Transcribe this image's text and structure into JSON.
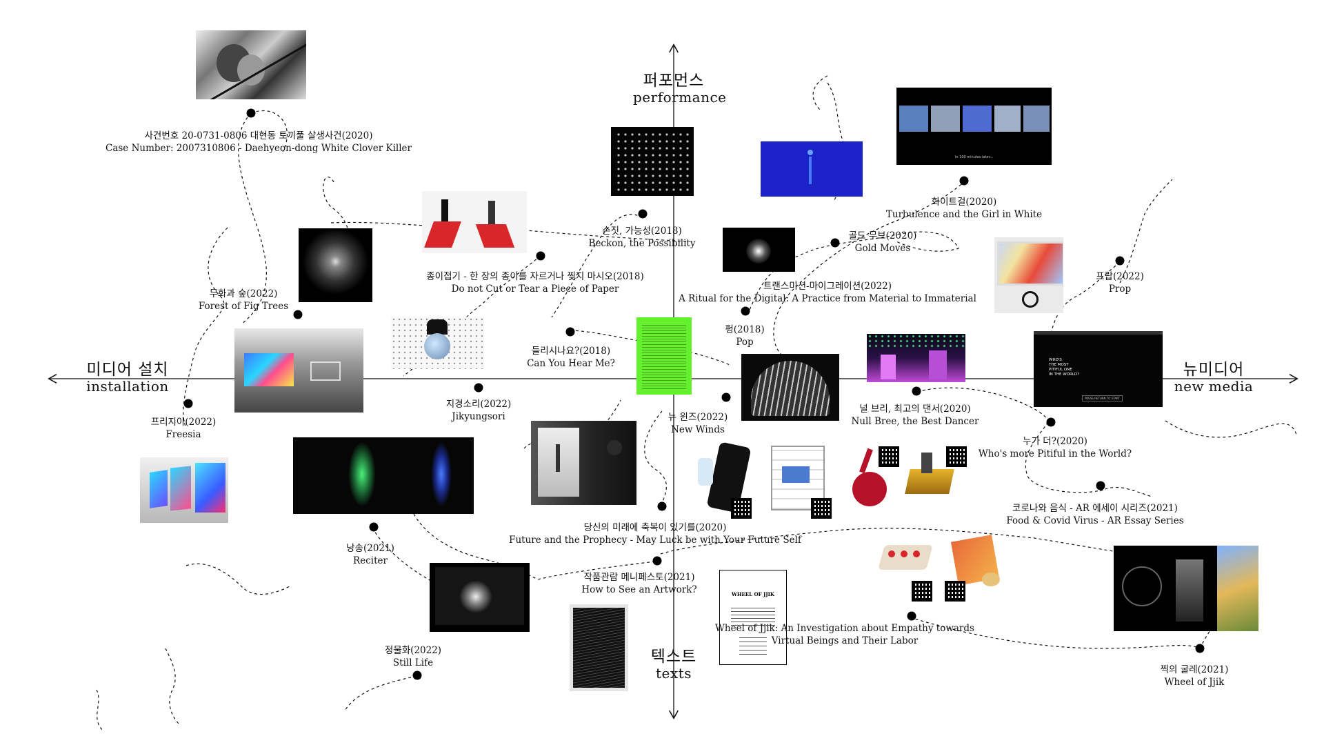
{
  "axes": {
    "top": {
      "ko": "퍼포먼스",
      "en": "performance"
    },
    "bottom": {
      "ko": "텍스트",
      "en": "texts"
    },
    "left": {
      "ko": "미디어 설치",
      "en": "installation"
    },
    "right": {
      "ko": "뉴미디어",
      "en": "new media"
    }
  },
  "works": [
    {
      "id": "case-number",
      "ko": "사건번호 20-0731-0806 대현동 토끼풀 살생사건(2020)",
      "en": "Case Number: 2007310806 - Daehyeon-dong White Clover Killer"
    },
    {
      "id": "beckon",
      "ko": "손짓, 가능성(2018)",
      "en": "Beckon, the Possibility"
    },
    {
      "id": "do-not-cut",
      "ko": "종이접기 - 한 장의 종이를 자르거나 찢지 마시오(2018)",
      "en": "Do not Cut or Tear a Piece of Paper"
    },
    {
      "id": "fig-trees",
      "ko": "무화과 숲(2022)",
      "en": "Forest of Fig Trees"
    },
    {
      "id": "ritual",
      "ko": "트랜스미션-마이그레이션(2022)",
      "en": "A Ritual for the Digital: A Practice from Material to Immaterial"
    },
    {
      "id": "gold-moves",
      "ko": "골드 무브(2020)",
      "en": "Gold Moves"
    },
    {
      "id": "turbulence",
      "ko": "화이트걸(2020)",
      "en": "Turbulence and the Girl in White"
    },
    {
      "id": "prop",
      "ko": "프랍(2022)",
      "en": "Prop"
    },
    {
      "id": "can-you-hear",
      "ko": "들리시나요?(2018)",
      "en": "Can You Hear Me?"
    },
    {
      "id": "pop",
      "ko": "펑(2018)",
      "en": "Pop"
    },
    {
      "id": "jikyungsori",
      "ko": "지경소리(2022)",
      "en": "Jikyungsori"
    },
    {
      "id": "freesia",
      "ko": "프리지아(2022)",
      "en": "Freesia"
    },
    {
      "id": "new-winds",
      "ko": "뉴 윈즈(2022)",
      "en": "New Winds"
    },
    {
      "id": "null-bree",
      "ko": "널 브리, 최고의 댄서(2020)",
      "en": "Null Bree, the Best Dancer"
    },
    {
      "id": "pitiful",
      "ko": "누가 더?(2020)",
      "en": "Who's more Pitiful in the World?"
    },
    {
      "id": "food-covid",
      "ko": "코로나와 음식 - AR 에세이 시리즈(2021)",
      "en": "Food & Covid Virus - AR Essay Series"
    },
    {
      "id": "prophecy",
      "ko": "당신의 미래에 축복이 있기를(2020)",
      "en": "Future and the Prophecy - May Luck be with Your Future Self"
    },
    {
      "id": "reciter",
      "ko": "낭송(2021)",
      "en": "Reciter"
    },
    {
      "id": "how-to-see",
      "ko": "작품관람 메니페스토(2021)",
      "en": "How to See an Artwork?"
    },
    {
      "id": "wheel-essay",
      "ko": "",
      "en": "Wheel of Jjik: An Investigation about Empathy towards",
      "en2": "Virtual Beings and Their Labor"
    },
    {
      "id": "still-life",
      "ko": "정물화(2022)",
      "en": "Still Life"
    },
    {
      "id": "wheel-jjik",
      "ko": "찍의 굴레(2021)",
      "en": "Wheel of Jjik"
    }
  ],
  "screen_text": {
    "pitiful_lines": [
      "WHO'S",
      "THE MOST",
      "PITIFUL ONE",
      "IN THE WORLD?"
    ],
    "pitiful_button": "PRESS RETURN TO START",
    "doc_title": "WHEEL OF JJIK",
    "turbulence_caption": "in 100 minutes later..."
  },
  "colors": {
    "accent_green": "#64f02c",
    "blue": "#1a22c8",
    "red": "#d8262a"
  }
}
